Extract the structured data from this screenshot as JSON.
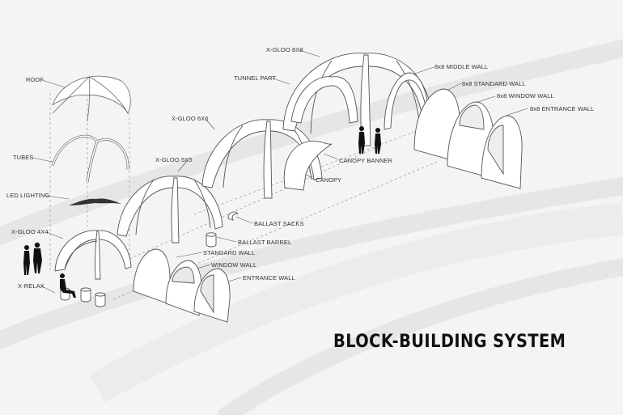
{
  "title": "BLOCK-BUILDING SYSTEM",
  "labels": {
    "roof": "ROOF",
    "tubes": "TUBES",
    "led_lighting": "LED LIGHTING",
    "xgloo_4x4": "X-GLOO 4X4",
    "xrelax": "X-RELAX",
    "xgloo_5x5": "X-GLOO 5X5",
    "xgloo_6x6": "X-GLOO 6X6",
    "xgloo_8x8": "X-GLOO 8X8",
    "tunnel_part": "TUNNEL PART",
    "canopy_banner": "CANOPY BANNER",
    "canopy": "CANOPY",
    "ballast_sacks": "BALLAST SACKS",
    "ballast_barrel": "BALLAST BARREL",
    "standard_wall": "STANDARD WALL",
    "window_wall": "WINDOW WALL",
    "entrance_wall": "ENTRANCE WALL",
    "middle_wall_8x8": "8x8 MIDDLE WALL",
    "standard_wall_8x8": "8x8 STANDARD WALL",
    "window_wall_8x8": "8x8 WINDOW WALL",
    "entrance_wall_8x8": "8x8 ENTRANCE WALL"
  }
}
